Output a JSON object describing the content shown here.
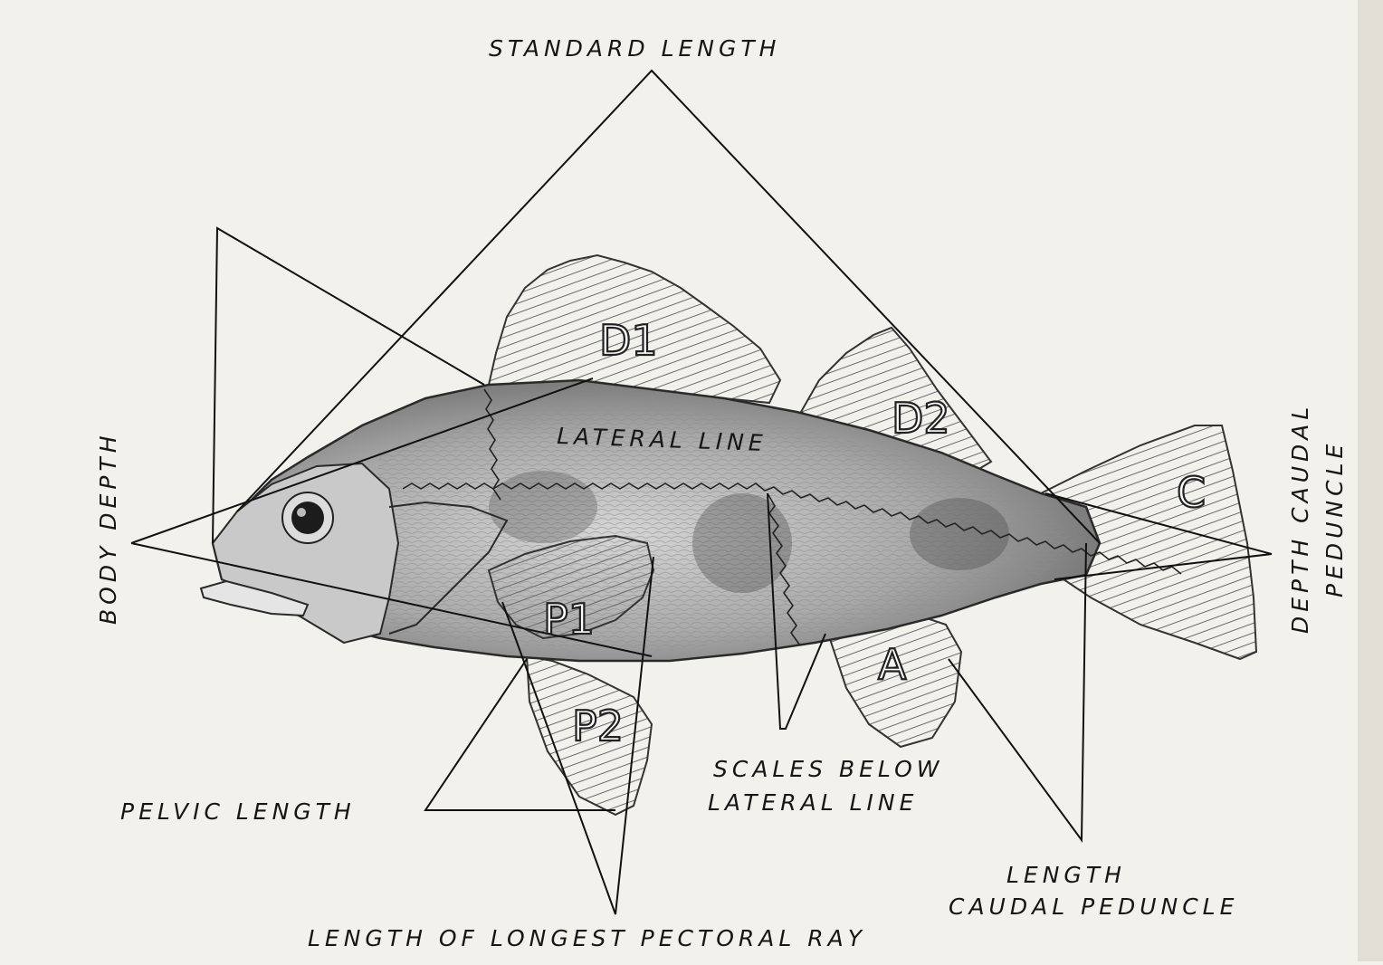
{
  "labels": {
    "standard_length": "STANDARD LENGTH",
    "lateral_line": "LATERAL LINE",
    "body_depth": "BODY DEPTH",
    "depth_caudal_peduncle_1": "DEPTH CAUDAL",
    "depth_caudal_peduncle_2": "PEDUNCLE",
    "scales_below_1": "SCALES BELOW",
    "scales_below_2": "LATERAL LINE",
    "pelvic_length": "PELVIC LENGTH",
    "length_caudal_peduncle_1": "LENGTH",
    "length_caudal_peduncle_2": "CAUDAL PEDUNCLE",
    "longest_pectoral_ray": "LENGTH OF LONGEST PECTORAL RAY"
  },
  "fin_labels": {
    "d1": "D1",
    "d2": "D2",
    "c": "C",
    "a": "A",
    "p1": "P1",
    "p2": "P2"
  },
  "colors": {
    "paper": "#f3f1ec",
    "ink": "#111111",
    "body_fill": "#b9b9b9",
    "fin_fill": "#cfcfcf"
  }
}
